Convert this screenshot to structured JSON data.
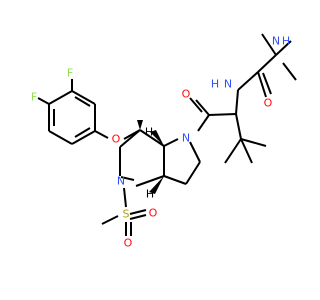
{
  "atoms": {
    "f_top": {
      "text": "F",
      "color": "#90e050"
    },
    "f_left": {
      "text": "F",
      "color": "#90e050"
    },
    "o_ether": {
      "text": "O",
      "color": "#ff0d0d"
    },
    "h_ring_top": {
      "text": "H",
      "color": "#000000"
    },
    "h_ring_bottom": {
      "text": "H",
      "color": "#000000"
    },
    "n_ring_right": {
      "text": "N",
      "color": "#3050f8"
    },
    "n_ring_left": {
      "text": "N",
      "color": "#3050f8"
    },
    "s_sulfonyl": {
      "text": "S",
      "color": "#b2a200"
    },
    "o_sulfonyl_right": {
      "text": "O",
      "color": "#ff0d0d"
    },
    "o_sulfonyl_bottom": {
      "text": "O",
      "color": "#ff0d0d"
    },
    "o_amide_left": {
      "text": "O",
      "color": "#ff0d0d"
    },
    "n_amide": {
      "text": "N",
      "color": "#3050f8"
    },
    "h_amide": {
      "text": "H",
      "color": "#3050f8"
    },
    "o_amide_right": {
      "text": "O",
      "color": "#ff0d0d"
    },
    "n_amine": {
      "text": "N",
      "color": "#3050f8"
    },
    "h_amine": {
      "text": "H",
      "color": "#3050f8"
    }
  }
}
